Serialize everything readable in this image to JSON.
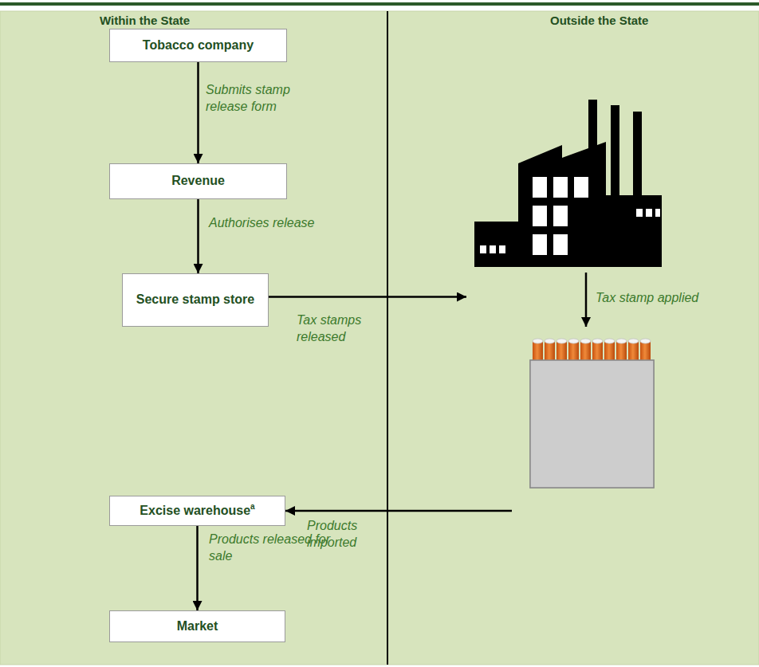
{
  "diagram": {
    "nodes": [
      {
        "text": [
          "Tobacco company"
        ]
      },
      {
        "text": [
          "Revenue"
        ]
      },
      {
        "text": [
          "Secure stamp store"
        ]
      },
      {
        "text": [
          "Excise warehouse",
          "a"
        ]
      },
      {
        "text": [
          "Market"
        ]
      }
    ],
    "edges": [
      {
        "from": 0,
        "to": 1,
        "arrow": "to",
        "label": "Submits stamp release form"
      },
      {
        "from": 1,
        "to": 2,
        "arrow": "to",
        "label": "Authorises release"
      },
      {
        "from": 3,
        "to": 4,
        "arrow": "to",
        "label": "Products released for sale"
      }
    ],
    "labels": [
      "Within the State",
      "Outside the State",
      "Tax stamps released",
      "Tax stamp applied",
      "Products imported"
    ]
  }
}
